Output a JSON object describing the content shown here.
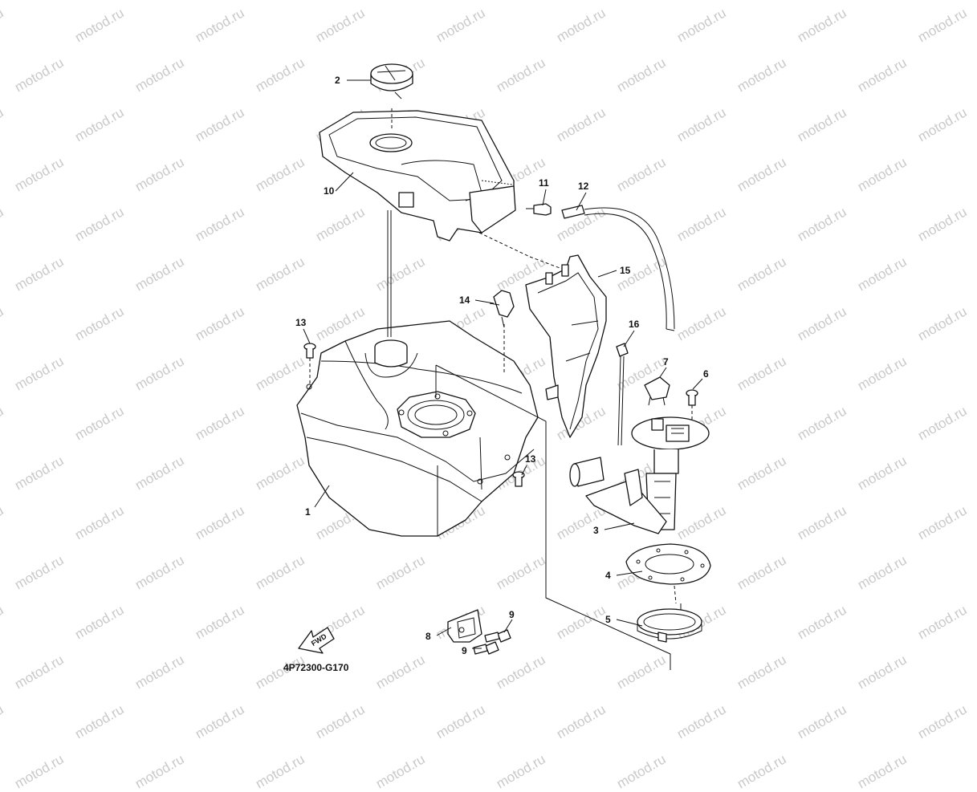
{
  "watermark": {
    "text": "motod.ru"
  },
  "diagram": {
    "code": "4P72300-G170",
    "fwd_label": "FWD",
    "callouts": [
      {
        "id": "c1",
        "label": "1"
      },
      {
        "id": "c2",
        "label": "2"
      },
      {
        "id": "c3",
        "label": "3"
      },
      {
        "id": "c4",
        "label": "4"
      },
      {
        "id": "c5",
        "label": "5"
      },
      {
        "id": "c6",
        "label": "6"
      },
      {
        "id": "c7",
        "label": "7"
      },
      {
        "id": "c8",
        "label": "8"
      },
      {
        "id": "c9a",
        "label": "9"
      },
      {
        "id": "c9b",
        "label": "9"
      },
      {
        "id": "c10",
        "label": "10"
      },
      {
        "id": "c11",
        "label": "11"
      },
      {
        "id": "c12",
        "label": "12"
      },
      {
        "id": "c13a",
        "label": "13"
      },
      {
        "id": "c13b",
        "label": "13"
      },
      {
        "id": "c14",
        "label": "14"
      },
      {
        "id": "c15",
        "label": "15"
      },
      {
        "id": "c16",
        "label": "16"
      }
    ]
  }
}
